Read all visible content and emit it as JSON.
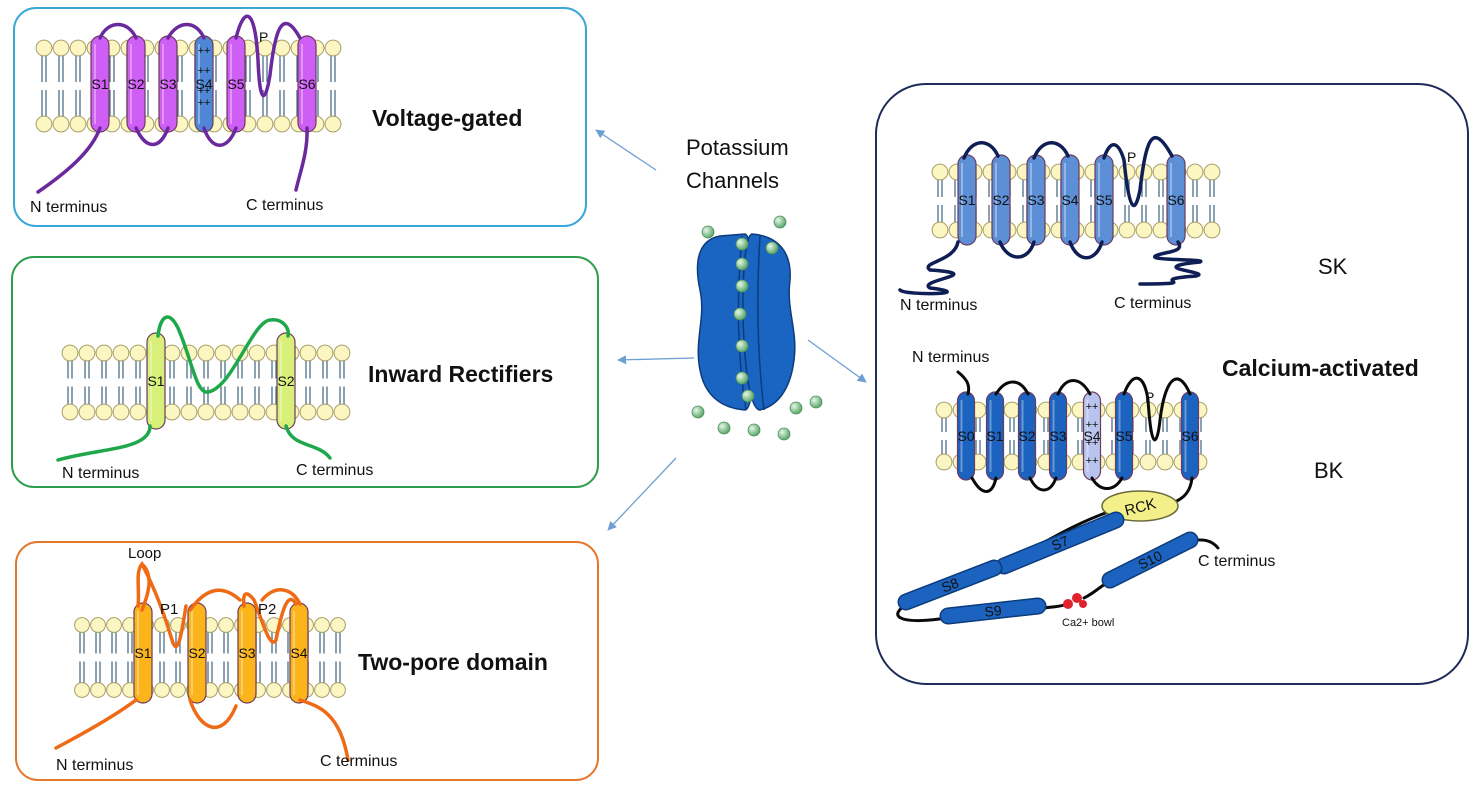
{
  "center": {
    "title_line1": "Potassium",
    "title_line2": "Channels"
  },
  "voltage_gated": {
    "title": "Voltage-gated",
    "segments": [
      "S1",
      "S2",
      "S3",
      "S4",
      "S5",
      "S6"
    ],
    "pore_label": "P",
    "charge_mark": "++",
    "n_terminus": "N terminus",
    "c_terminus": "C terminus",
    "color_helix": "#cf5ef5",
    "color_s4": "#4f87d6",
    "color_chain": "#6a2a9e",
    "color_border": "#37a8d8"
  },
  "inward_rectifiers": {
    "title": "Inward Rectifiers",
    "segments": [
      "S1",
      "S2"
    ],
    "n_terminus": "N terminus",
    "c_terminus": "C terminus",
    "color_helix": "#d8f07a",
    "color_chain": "#1fa84b",
    "color_border": "#2e9e4e"
  },
  "two_pore": {
    "title": "Two-pore domain",
    "segments": [
      "S1",
      "S2",
      "S3",
      "S4"
    ],
    "loop_label": "Loop",
    "p1_label": "P1",
    "p2_label": "P2",
    "n_terminus": "N terminus",
    "c_terminus": "C terminus",
    "color_helix": "#fbb419",
    "color_chain": "#ef6a14",
    "color_border": "#e3772c"
  },
  "calcium_activated": {
    "title": "Calcium-activated",
    "color_border": "#1f2b58",
    "sk": {
      "label": "SK",
      "segments": [
        "S1",
        "S2",
        "S3",
        "S4",
        "S5",
        "S6"
      ],
      "pore_label": "P",
      "n_terminus": "N terminus",
      "c_terminus": "C terminus",
      "color_helix": "#5c8fd6",
      "color_chain": "#0f1e55"
    },
    "bk": {
      "label": "BK",
      "segments": [
        "S0",
        "S1",
        "S2",
        "S3",
        "S4",
        "S5",
        "S6"
      ],
      "pore_label": "P",
      "charge_mark": "++",
      "n_terminus": "N terminus",
      "c_terminus": "C terminus",
      "rck_label": "RCK",
      "cyto_segments": [
        "S7",
        "S8",
        "S9",
        "S10"
      ],
      "ca_bowl_label": "Ca2+ bowl",
      "color_helix": "#1c62bf",
      "color_s4": "#b9c4ee",
      "color_chain": "#0a0a0a",
      "color_rck": "#f3f08a",
      "color_bowl": "#e0222e"
    }
  },
  "membrane": {
    "head_fill": "#fbf6c2",
    "head_stroke": "#a89f68",
    "tail_stroke": "#5a7a92"
  },
  "pore_protein": {
    "fill": "#1a64c2",
    "ion_fill": "#8fcf98"
  },
  "arrow_color": "#6f9fd2"
}
